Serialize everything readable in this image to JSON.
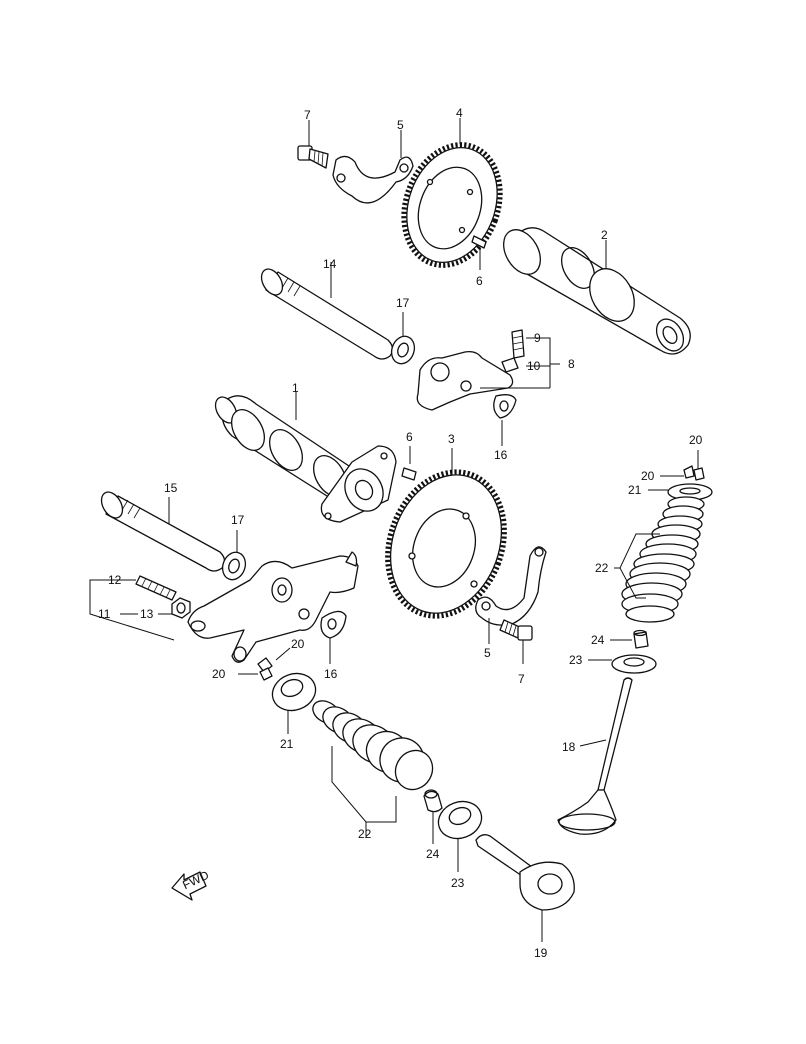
{
  "labels": {
    "l1": "1",
    "l2": "2",
    "l3": "3",
    "l4": "4",
    "l5a": "5",
    "l5b": "5",
    "l6a": "6",
    "l6b": "6",
    "l7a": "7",
    "l7b": "7",
    "l8": "8",
    "l9": "9",
    "l10": "10",
    "l11": "11",
    "l12": "12",
    "l13": "13",
    "l14": "14",
    "l15": "15",
    "l16a": "16",
    "l16b": "16",
    "l17a": "17",
    "l17b": "17",
    "l18": "18",
    "l19": "19",
    "l20a": "20",
    "l20b": "20",
    "l20c": "20",
    "l20d": "20",
    "l21a": "21",
    "l21b": "21",
    "l22a": "22",
    "l22b": "22",
    "l23a": "23",
    "l23b": "23",
    "l24a": "24",
    "l24b": "24"
  },
  "fwd_label": "FWD"
}
